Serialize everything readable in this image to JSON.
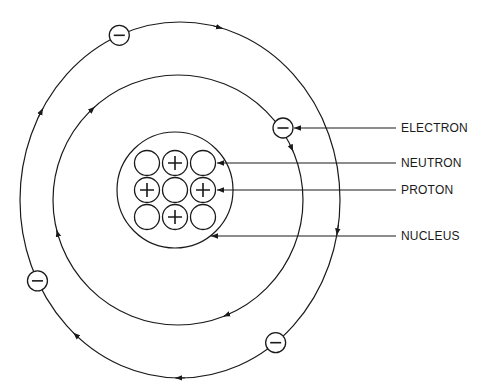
{
  "diagram": {
    "labels": [
      "ELECTRON",
      "NEUTRON",
      "PROTON",
      "NUCLEUS"
    ]
  }
}
